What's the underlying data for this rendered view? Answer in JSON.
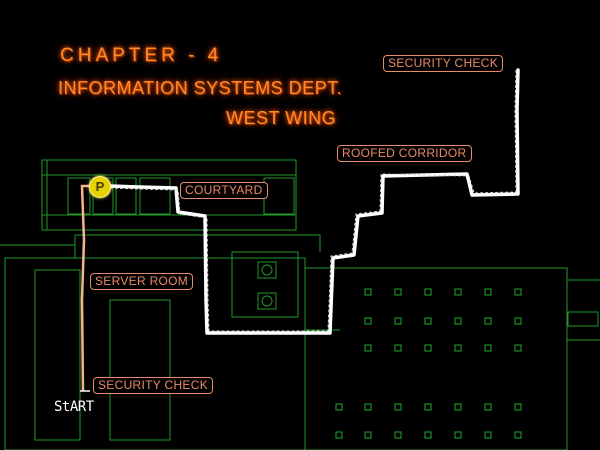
{
  "title": {
    "chapter": "CHAPTER - 4",
    "department": "INFORMATION SYSTEMS DEPT.",
    "wing": "WEST WING"
  },
  "locations": {
    "security_check_top": "SECURITY CHECK",
    "roofed_corridor": "ROOFED CORRIDOR",
    "courtyard": "COURTYARD",
    "server_room": "SERVER ROOM",
    "security_check_bottom": "SECURITY CHECK"
  },
  "start_label": "StART",
  "save_point_label": "P",
  "colors": {
    "background": "#000000",
    "map_lines": "#1f9a2a",
    "label": "#e98a68",
    "title": "#ff8a2a",
    "route": "#ffffff",
    "start_trail": "#f6b48e",
    "save_point": "#e7d100"
  },
  "icons": [
    "save-point-icon",
    "door-icon"
  ]
}
